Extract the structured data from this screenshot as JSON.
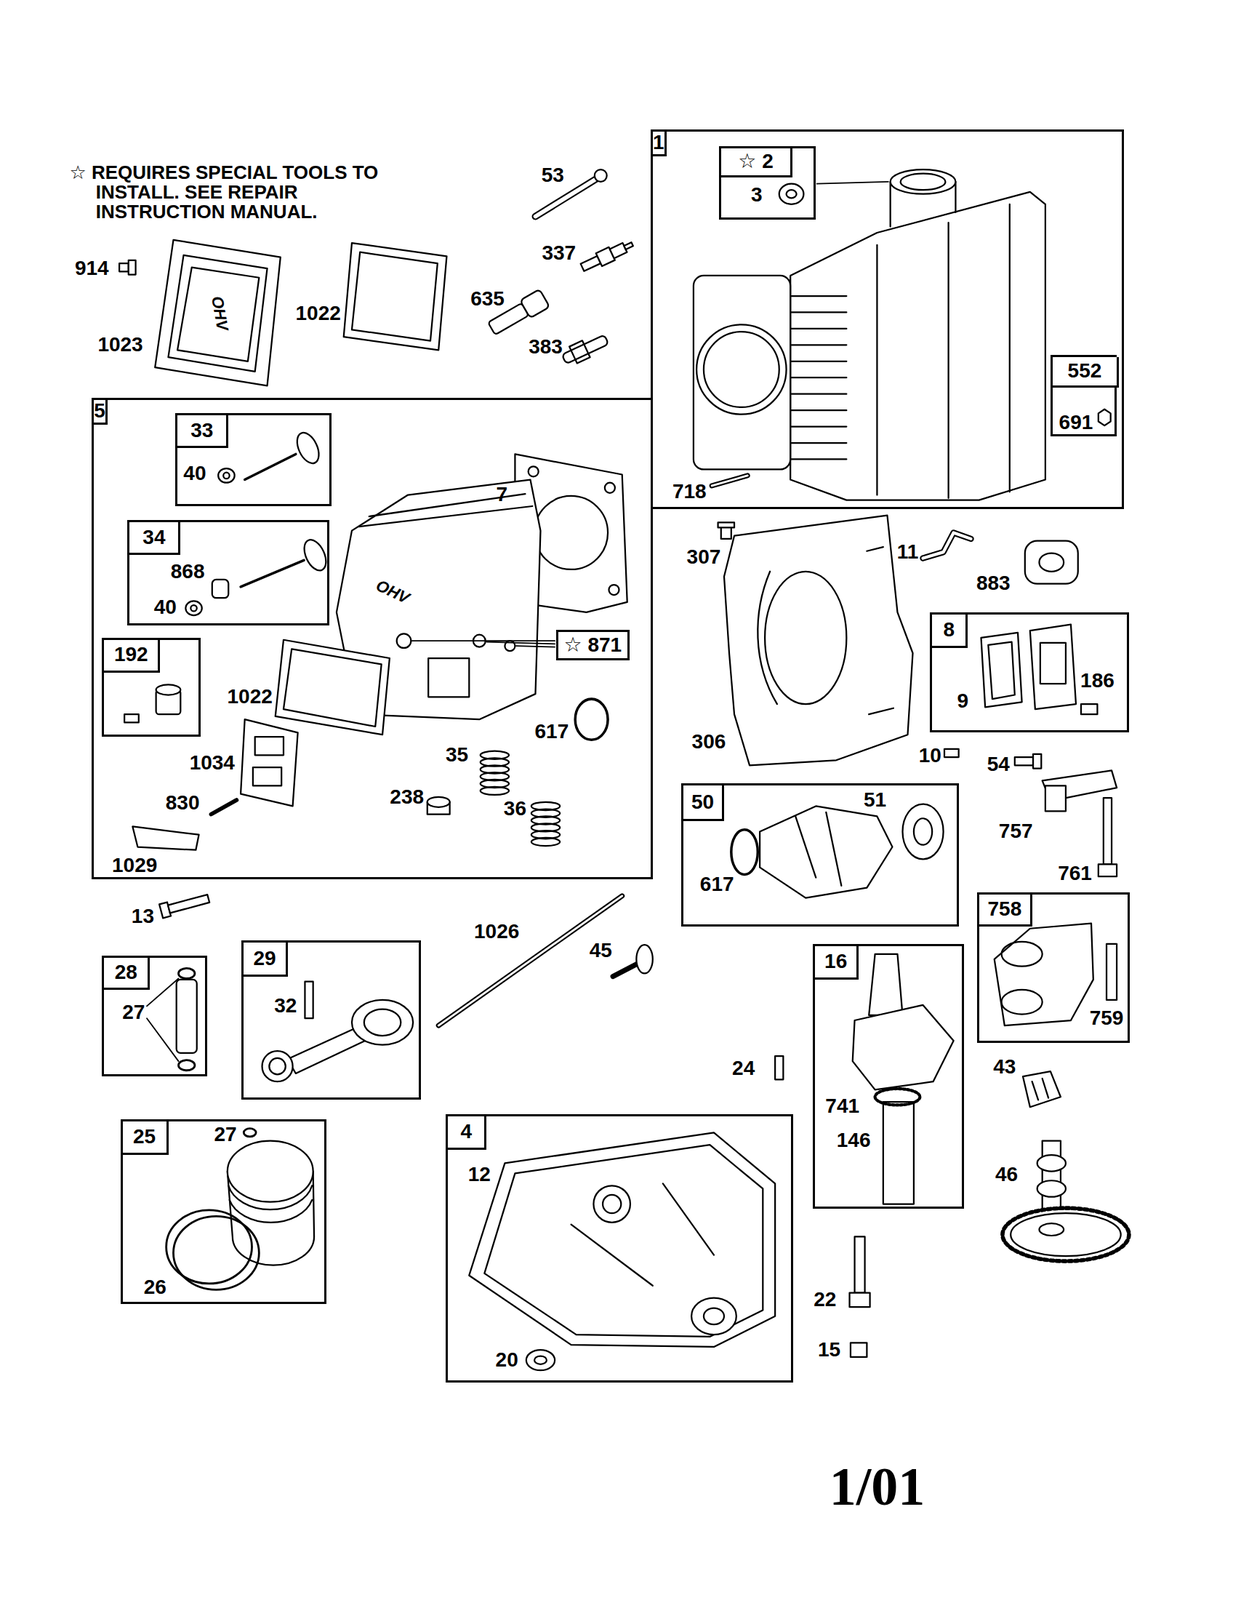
{
  "diagram": {
    "nodes": [
      {
        "text": [
          "1"
        ]
      },
      {
        "text": [
          "☆ 2"
        ],
        "in": 0
      },
      {
        "text": [
          "552"
        ],
        "in": 0
      },
      {
        "text": [
          "5"
        ]
      },
      {
        "text": [
          "33"
        ],
        "in": 3
      },
      {
        "text": [
          "34"
        ],
        "in": 3
      },
      {
        "text": [
          "192"
        ],
        "in": 3
      },
      {
        "text": [
          "☆ 871"
        ],
        "in": 3
      },
      {
        "text": [
          "8"
        ]
      },
      {
        "text": [
          "50"
        ]
      },
      {
        "text": [
          "758"
        ]
      },
      {
        "text": [
          "28"
        ]
      },
      {
        "text": [
          "29"
        ]
      },
      {
        "text": [
          "16"
        ]
      },
      {
        "text": [
          "25"
        ]
      },
      {
        "text": [
          "4"
        ]
      }
    ],
    "labels": [
      "☆ REQUIRES SPECIAL TOOLS TO INSTALL. SEE REPAIR INSTRUCTION MANUAL.",
      "914",
      "1023",
      "1022",
      "53",
      "337",
      "635",
      "383",
      "OHV",
      "3",
      "691",
      "718",
      "40",
      "7",
      "868",
      "40",
      "OHV",
      "1022",
      "1034",
      "830",
      "1029",
      "617",
      "35",
      "238",
      "36",
      "307",
      "11",
      "883",
      "306",
      "9",
      "186",
      "10",
      "54",
      "757",
      "761",
      "51",
      "617",
      "759",
      "13",
      "1026",
      "45",
      "27",
      "32",
      "24",
      "741",
      "146",
      "43",
      "46",
      "22",
      "15",
      "27",
      "26",
      "12",
      "20",
      "1/01"
    ]
  }
}
